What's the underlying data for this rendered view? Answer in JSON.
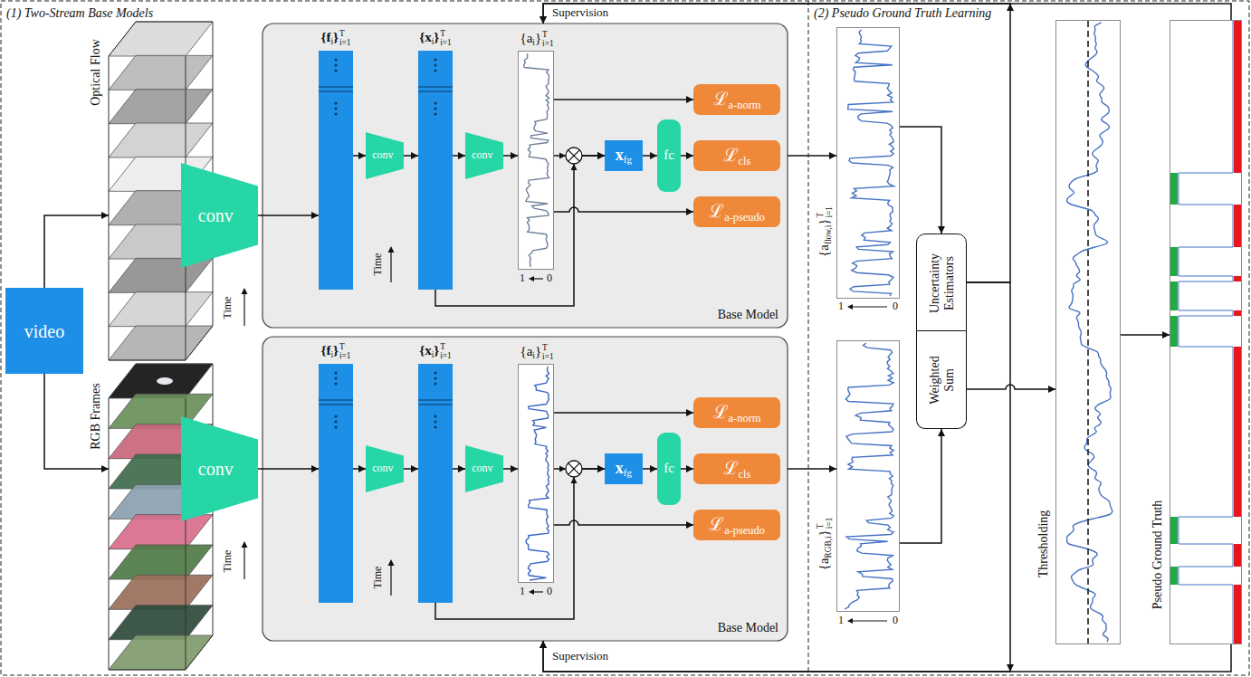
{
  "diagram": {
    "nodes": [
      {
        "text": [
          "(1) Two-Stream Base Models"
        ]
      },
      {
        "text": [
          "video"
        ],
        "in": 0
      },
      {
        "text": [
          "Optical Flow"
        ],
        "in": 0
      },
      {
        "text": [
          "conv"
        ],
        "in": 0
      },
      {
        "text": [
          "Base Model"
        ],
        "in": 0
      },
      {
        "text": [
          "{f",
          "i",
          "}",
          "T",
          "i=1"
        ],
        "in": 4
      },
      {
        "text": [
          "conv"
        ],
        "in": 4
      },
      {
        "text": [
          "{x",
          "i",
          "}",
          "T",
          "i=1"
        ],
        "in": 4
      },
      {
        "text": [
          "conv"
        ],
        "in": 4
      },
      {
        "text": [
          "{a",
          "i",
          "}",
          "T",
          "i=1"
        ],
        "in": 4
      },
      {
        "text": [
          "x",
          "fg"
        ],
        "in": 4
      },
      {
        "text": [
          "fc"
        ],
        "in": 4
      },
      {
        "text": [
          "ℒ",
          "a-norm"
        ],
        "in": 4
      },
      {
        "text": [
          "ℒ",
          "cls"
        ],
        "in": 4
      },
      {
        "text": [
          "ℒ",
          "a-pseudo"
        ],
        "in": 4
      },
      {
        "text": [
          "RGB Frames"
        ],
        "in": 0
      },
      {
        "text": [
          "conv"
        ],
        "in": 0
      },
      {
        "text": [
          "Base Model"
        ],
        "in": 0
      },
      {
        "text": [
          "{f",
          "i",
          "}",
          "T",
          "i=1"
        ],
        "in": 17
      },
      {
        "text": [
          "conv"
        ],
        "in": 17
      },
      {
        "text": [
          "{x",
          "i",
          "}",
          "T",
          "i=1"
        ],
        "in": 17
      },
      {
        "text": [
          "conv"
        ],
        "in": 17
      },
      {
        "text": [
          "{a",
          "i",
          "}",
          "T",
          "i=1"
        ],
        "in": 17
      },
      {
        "text": [
          "x",
          "fg"
        ],
        "in": 17
      },
      {
        "text": [
          "fc"
        ],
        "in": 17
      },
      {
        "text": [
          "ℒ",
          "a-norm"
        ],
        "in": 17
      },
      {
        "text": [
          "ℒ",
          "cls"
        ],
        "in": 17
      },
      {
        "text": [
          "ℒ",
          "a-pseudo"
        ],
        "in": 17
      },
      {
        "text": [
          "(2) Pseudo Ground Truth Learning"
        ]
      },
      {
        "text": [
          "{a",
          "flow,i",
          "}",
          "T",
          "i=1"
        ],
        "in": 28
      },
      {
        "text": [
          "{a",
          "RGB,i",
          "}",
          "T",
          "i=1"
        ],
        "in": 28
      },
      {
        "text": [
          "Uncertainty Estimators"
        ],
        "in": 28
      },
      {
        "text": [
          "Weighted Sum"
        ],
        "in": 28
      },
      {
        "text": [
          "Thresholding"
        ],
        "in": 28
      },
      {
        "text": [
          "Pseudo Ground Truth"
        ],
        "in": 28
      }
    ],
    "edges": [
      {
        "from": 1,
        "to": 2,
        "arrow": "to"
      },
      {
        "from": 1,
        "to": 15,
        "arrow": "to"
      },
      {
        "from": 3,
        "to": 5,
        "arrow": "to"
      },
      {
        "from": 16,
        "to": 18,
        "arrow": "to"
      },
      {
        "from": 5,
        "to": 6,
        "arrow": "to"
      },
      {
        "from": 6,
        "to": 7,
        "arrow": "to"
      },
      {
        "from": 7,
        "to": 8,
        "arrow": "to"
      },
      {
        "from": 8,
        "to": 9,
        "arrow": "to"
      },
      {
        "from": 9,
        "to": 12,
        "arrow": "to"
      },
      {
        "from": 9,
        "to": 10,
        "arrow": "to"
      },
      {
        "from": 7,
        "to": 10,
        "arrow": "to"
      },
      {
        "from": 9,
        "to": 14,
        "arrow": "to"
      },
      {
        "from": 10,
        "to": 11,
        "arrow": "to"
      },
      {
        "from": 11,
        "to": 13,
        "arrow": "to"
      },
      {
        "from": 18,
        "to": 19,
        "arrow": "to"
      },
      {
        "from": 19,
        "to": 20,
        "arrow": "to"
      },
      {
        "from": 20,
        "to": 21,
        "arrow": "to"
      },
      {
        "from": 21,
        "to": 22,
        "arrow": "to"
      },
      {
        "from": 22,
        "to": 25,
        "arrow": "to"
      },
      {
        "from": 22,
        "to": 23,
        "arrow": "to"
      },
      {
        "from": 20,
        "to": 23,
        "arrow": "to"
      },
      {
        "from": 22,
        "to": 27,
        "arrow": "to"
      },
      {
        "from": 23,
        "to": 24,
        "arrow": "to"
      },
      {
        "from": 24,
        "to": 26,
        "arrow": "to"
      },
      {
        "from": 4,
        "to": 29,
        "arrow": "to"
      },
      {
        "from": 17,
        "to": 30,
        "arrow": "to"
      },
      {
        "from": 29,
        "to": 31,
        "arrow": "to"
      },
      {
        "from": 30,
        "to": 32,
        "arrow": "to"
      },
      {
        "from": 32,
        "to": 33,
        "arrow": "to"
      },
      {
        "from": 33,
        "to": 34,
        "arrow": "to"
      },
      {
        "from": 34,
        "to": 4,
        "label": "Supervision",
        "arrow": "to"
      },
      {
        "from": 34,
        "to": 17,
        "label": "Supervision",
        "arrow": "to"
      },
      {
        "from": 31,
        "to": 4,
        "arrow": "to"
      },
      {
        "from": 31,
        "to": 17,
        "arrow": "to"
      }
    ],
    "labels": [
      "Time",
      "Time",
      "1",
      "0",
      "Time",
      "Time",
      "1",
      "0",
      "1",
      "0",
      "1",
      "0"
    ]
  }
}
